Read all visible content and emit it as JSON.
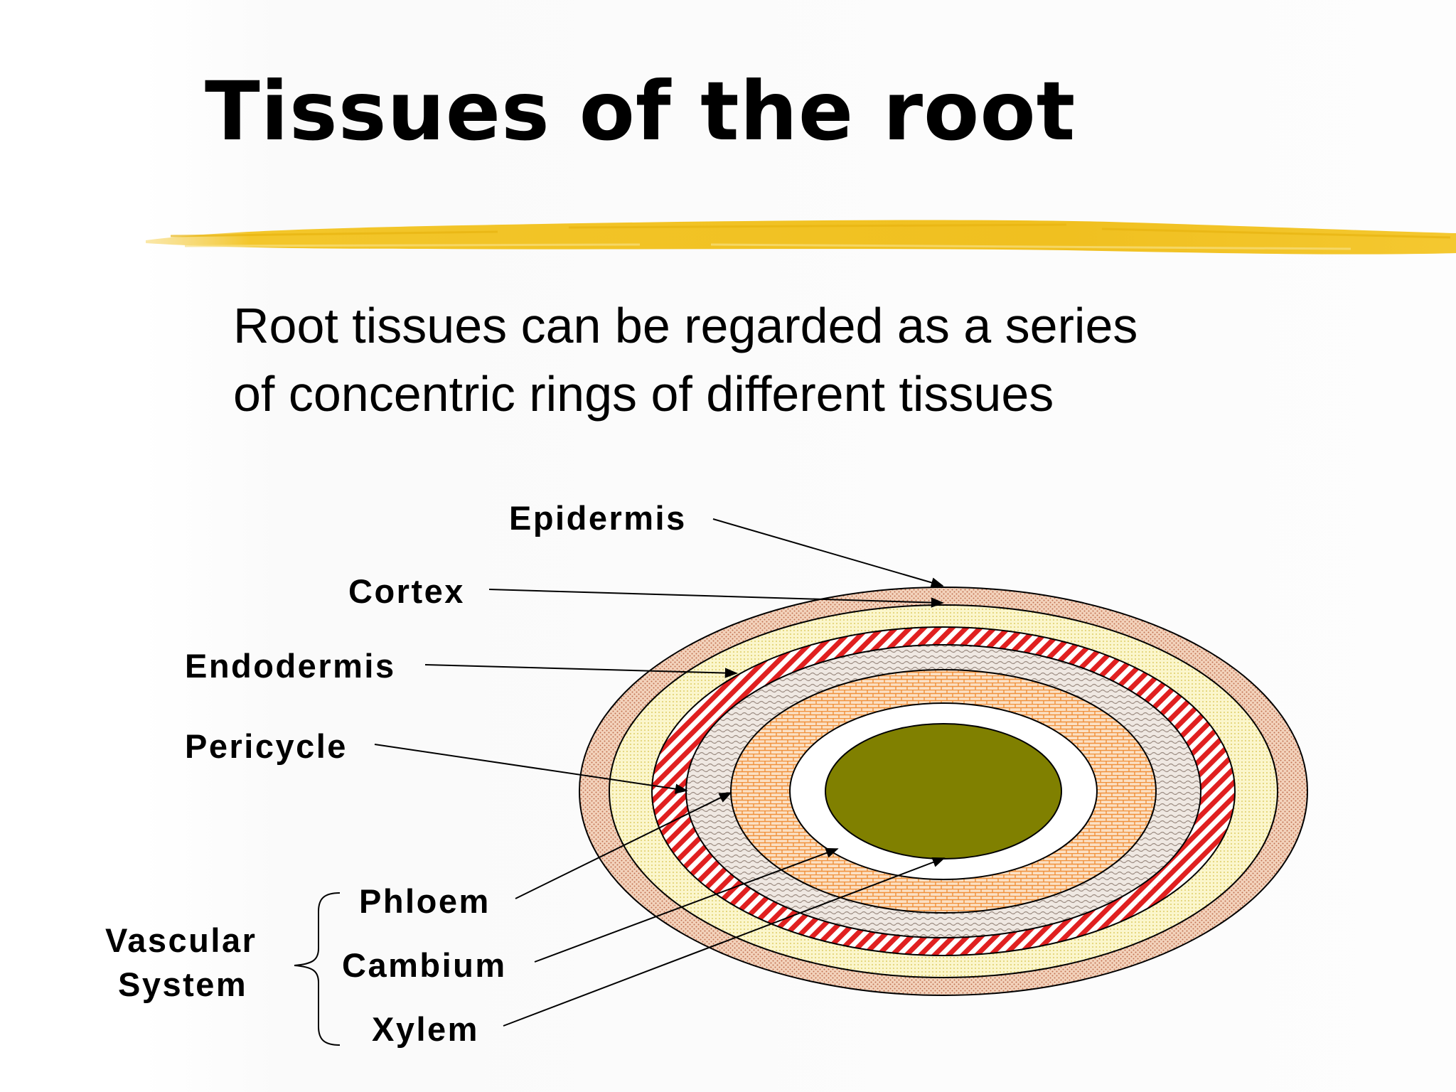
{
  "slide": {
    "title": "Tissues of the root",
    "body_lines": [
      "Root tissues can be regarded as a series",
      "of concentric rings of different tissues"
    ]
  },
  "diagram": {
    "labels": {
      "epidermis": "Epidermis",
      "cortex": "Cortex",
      "endodermis": "Endodermis",
      "pericycle": "Pericycle",
      "phloem": "Phloem",
      "cambium": "Cambium",
      "xylem": "Xylem",
      "vascular_system_line1": "Vascular",
      "vascular_system_line2": "System"
    },
    "colors": {
      "accent_rule": "#f2c417",
      "epidermis": "#e8b08a",
      "cortex": "#f6f0a8",
      "endodermis": "#e02020",
      "pericycle": "#b0a49a",
      "phloem": "#f4a050",
      "cambium": "#ffffff",
      "xylem": "#808000"
    }
  }
}
